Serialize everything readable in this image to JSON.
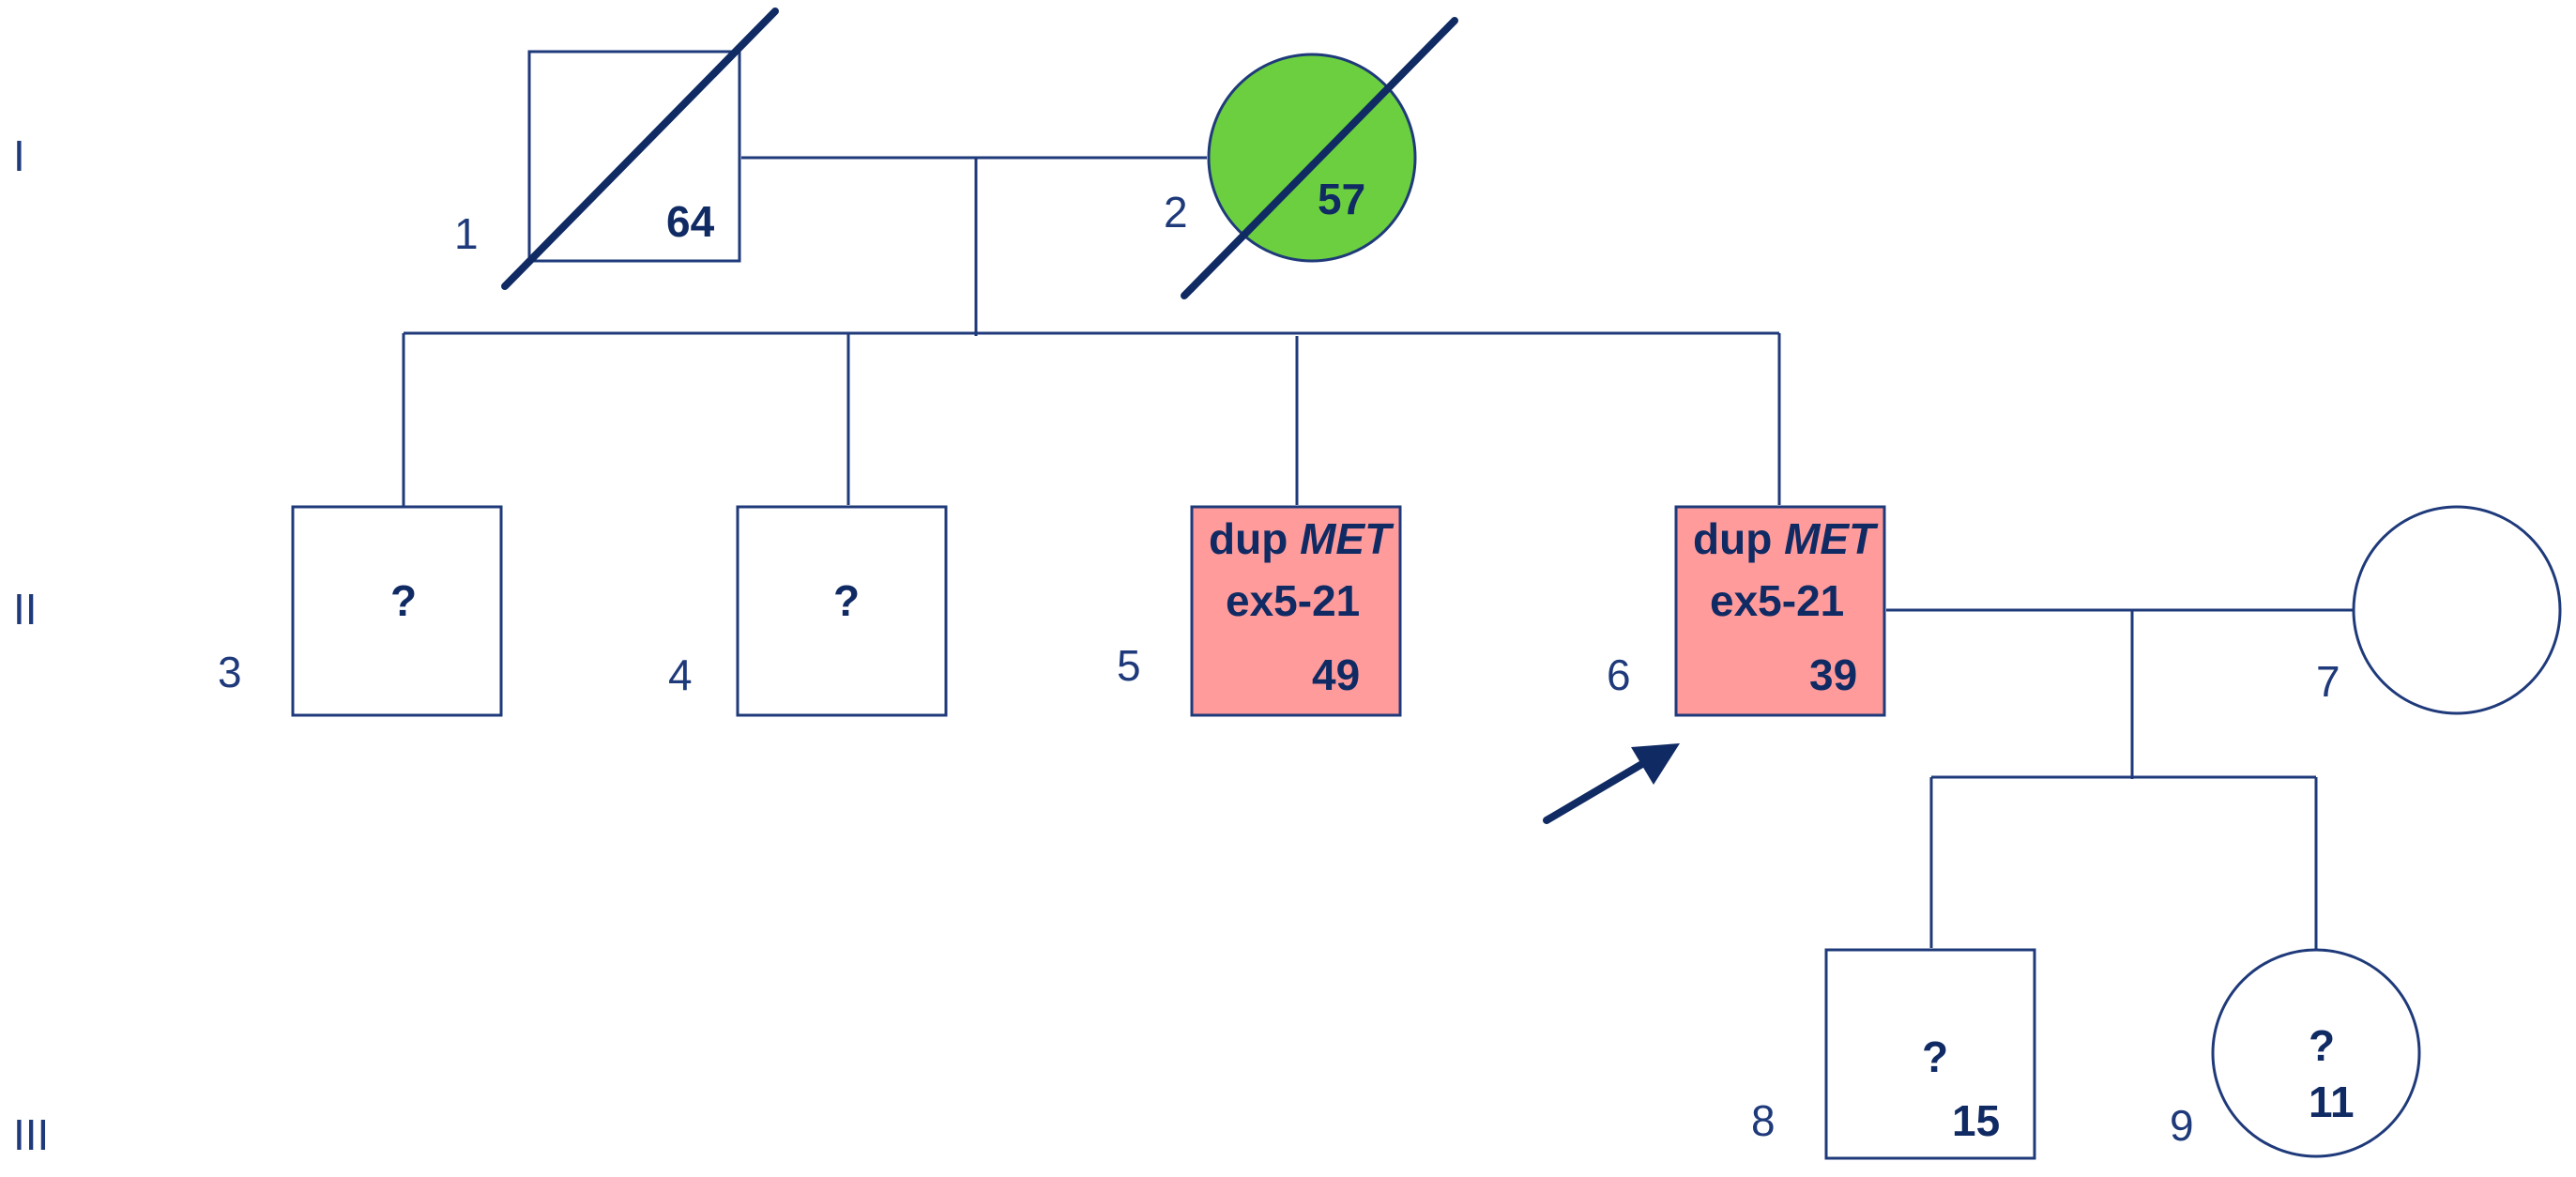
{
  "generations": [
    "I",
    "II",
    "III"
  ],
  "individuals": [
    {
      "id": "1",
      "sex": "male",
      "deceased": true,
      "affected": false,
      "age": "64",
      "status": ""
    },
    {
      "id": "2",
      "sex": "female",
      "deceased": true,
      "affected": true,
      "age": "57",
      "status": ""
    },
    {
      "id": "3",
      "sex": "male",
      "deceased": false,
      "affected": false,
      "age": "",
      "status": "?"
    },
    {
      "id": "4",
      "sex": "male",
      "deceased": false,
      "affected": false,
      "age": "",
      "status": "?"
    },
    {
      "id": "5",
      "sex": "male",
      "deceased": false,
      "affected": true,
      "age": "49",
      "variant_prefix": "dup ",
      "variant_gene": "MET",
      "variant_exon": "ex5-21"
    },
    {
      "id": "6",
      "sex": "male",
      "deceased": false,
      "affected": true,
      "proband": true,
      "age": "39",
      "variant_prefix": "dup ",
      "variant_gene": "MET",
      "variant_exon": "ex5-21"
    },
    {
      "id": "7",
      "sex": "female",
      "deceased": false,
      "affected": false,
      "age": "",
      "status": ""
    },
    {
      "id": "8",
      "sex": "male",
      "deceased": false,
      "affected": false,
      "age": "15",
      "status": "?"
    },
    {
      "id": "9",
      "sex": "female",
      "deceased": false,
      "affected": false,
      "age": "11",
      "status": "?"
    }
  ],
  "colors": {
    "line": "#1f3a7a",
    "text": "#102a63",
    "green_fill": "#6ccf3f",
    "pink_fill": "#ff9b9b",
    "white_fill": "#ffffff"
  }
}
